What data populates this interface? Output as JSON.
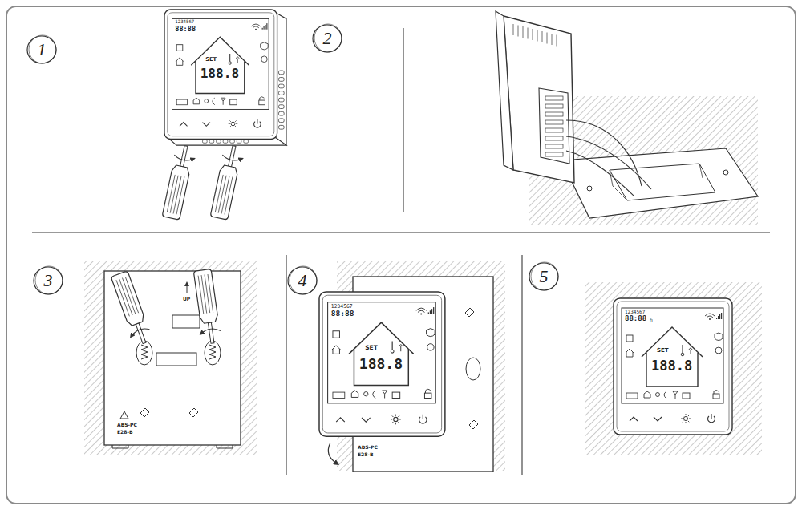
{
  "diagram": {
    "labels": [
      "1",
      "2",
      "3",
      "4",
      "5",
      "1234567",
      "88:88",
      "SET",
      "188.8",
      "UP",
      "ABS-PC",
      "E28-B",
      "1234567",
      "88:88",
      "SET",
      "188.8",
      "ABS-PC",
      "E28-B",
      "1234567",
      "88:88",
      "h",
      "SET",
      "188.8"
    ]
  }
}
